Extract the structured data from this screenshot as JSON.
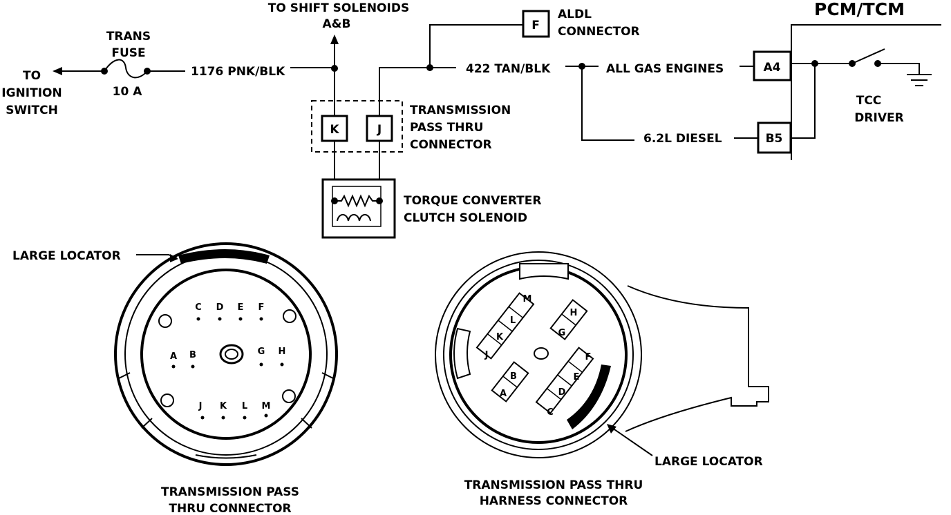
{
  "schematic": {
    "pcm_tcm": "PCM/TCM",
    "to_shift_solenoids": [
      "TO SHIFT SOLENOIDS",
      "A&B"
    ],
    "trans_fuse": [
      "TRANS",
      "FUSE"
    ],
    "fuse_rating": "10 A",
    "to_ignition_switch": [
      "TO",
      "IGNITION",
      "SWITCH"
    ],
    "wire_1176": "1176 PNK/BLK",
    "wire_422": "422 TAN/BLK",
    "aldl_pin": "F",
    "aldl_label": [
      "ALDL",
      "CONNECTOR"
    ],
    "pass_thru_pins": [
      "K",
      "J"
    ],
    "pass_thru_label": [
      "TRANSMISSION",
      "PASS THRU",
      "CONNECTOR"
    ],
    "solenoid_label": [
      "TORQUE CONVERTER",
      "CLUTCH SOLENOID"
    ],
    "all_gas_engines": "ALL GAS ENGINES",
    "diesel": "6.2L DIESEL",
    "pcm_pin_gas": "A4",
    "pcm_pin_diesel": "B5",
    "tcc_driver": [
      "TCC",
      "DRIVER"
    ]
  },
  "connector_left": {
    "locator_label": "LARGE LOCATOR",
    "pins_row1": [
      "C",
      "D",
      "E",
      "F"
    ],
    "pins_row2_left": [
      "A",
      "B"
    ],
    "pins_row2_right": [
      "G",
      "H"
    ],
    "pins_row3": [
      "J",
      "K",
      "L",
      "M"
    ],
    "title": [
      "TRANSMISSION PASS",
      "THRU CONNECTOR"
    ]
  },
  "connector_right": {
    "locator_label": "LARGE LOCATOR",
    "pins_group_jklm": [
      "J",
      "K",
      "L",
      "M"
    ],
    "pins_group_gh": [
      "G",
      "H"
    ],
    "pins_group_ab": [
      "A",
      "B"
    ],
    "pins_group_cdef": [
      "C",
      "D",
      "E",
      "F"
    ],
    "title": [
      "TRANSMISSION PASS THRU",
      "HARNESS CONNECTOR"
    ]
  }
}
